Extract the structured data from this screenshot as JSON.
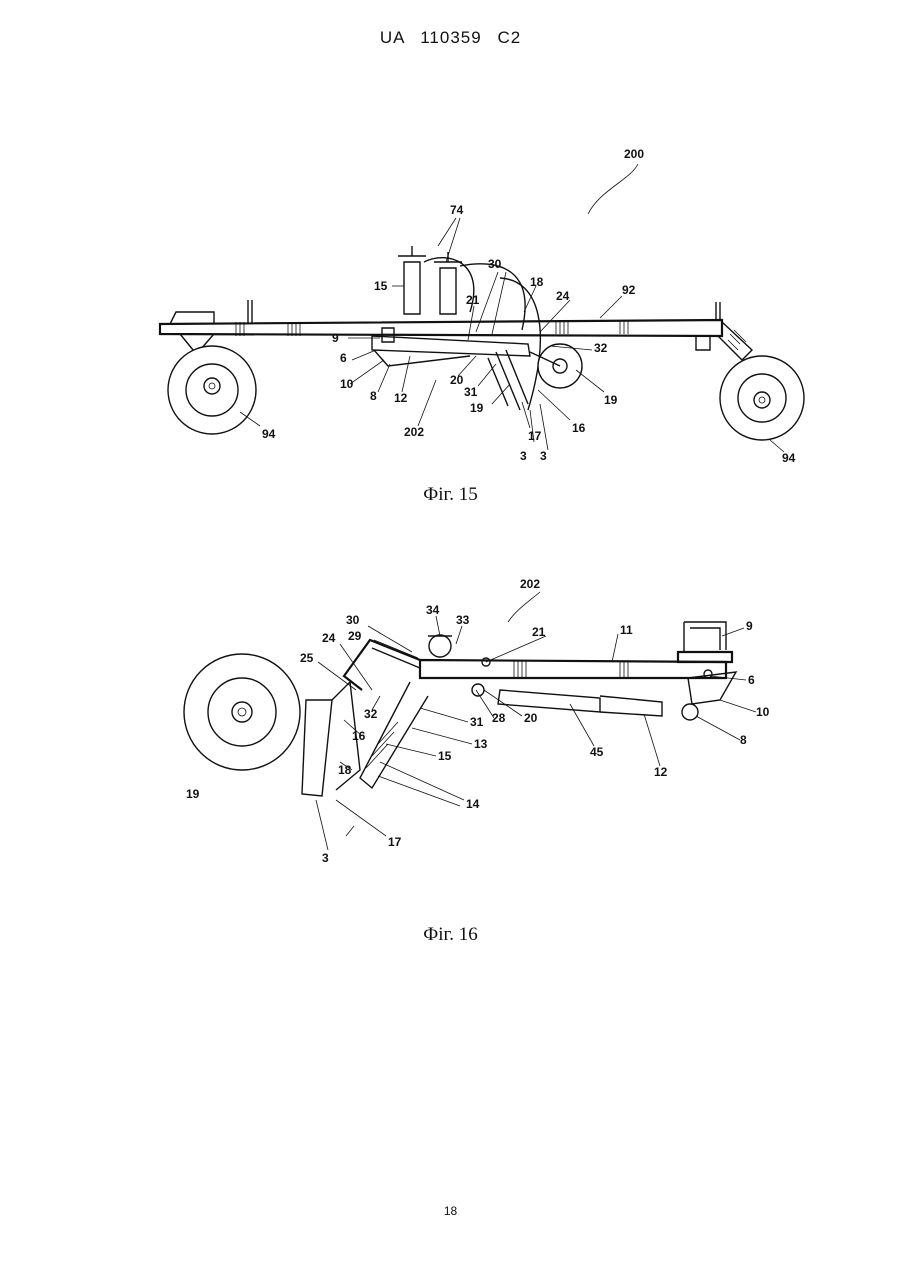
{
  "header": {
    "doc": "UA",
    "number": "110359",
    "kind": "C2"
  },
  "fig15": {
    "caption": "Фіг. 15",
    "labels": [
      "200",
      "74",
      "30",
      "18",
      "24",
      "92",
      "15",
      "21",
      "9",
      "32",
      "6",
      "10",
      "8",
      "12",
      "20",
      "31",
      "19",
      "19",
      "202",
      "16",
      "17",
      "3",
      "3",
      "94",
      "94"
    ]
  },
  "fig16": {
    "caption": "Фіг. 16",
    "labels": [
      "202",
      "34",
      "33",
      "30",
      "29",
      "21",
      "11",
      "9",
      "24",
      "25",
      "6",
      "10",
      "8",
      "32",
      "31",
      "28",
      "20",
      "16",
      "13",
      "15",
      "18",
      "45",
      "12",
      "19",
      "14",
      "17",
      "3"
    ]
  },
  "page_number": "18"
}
